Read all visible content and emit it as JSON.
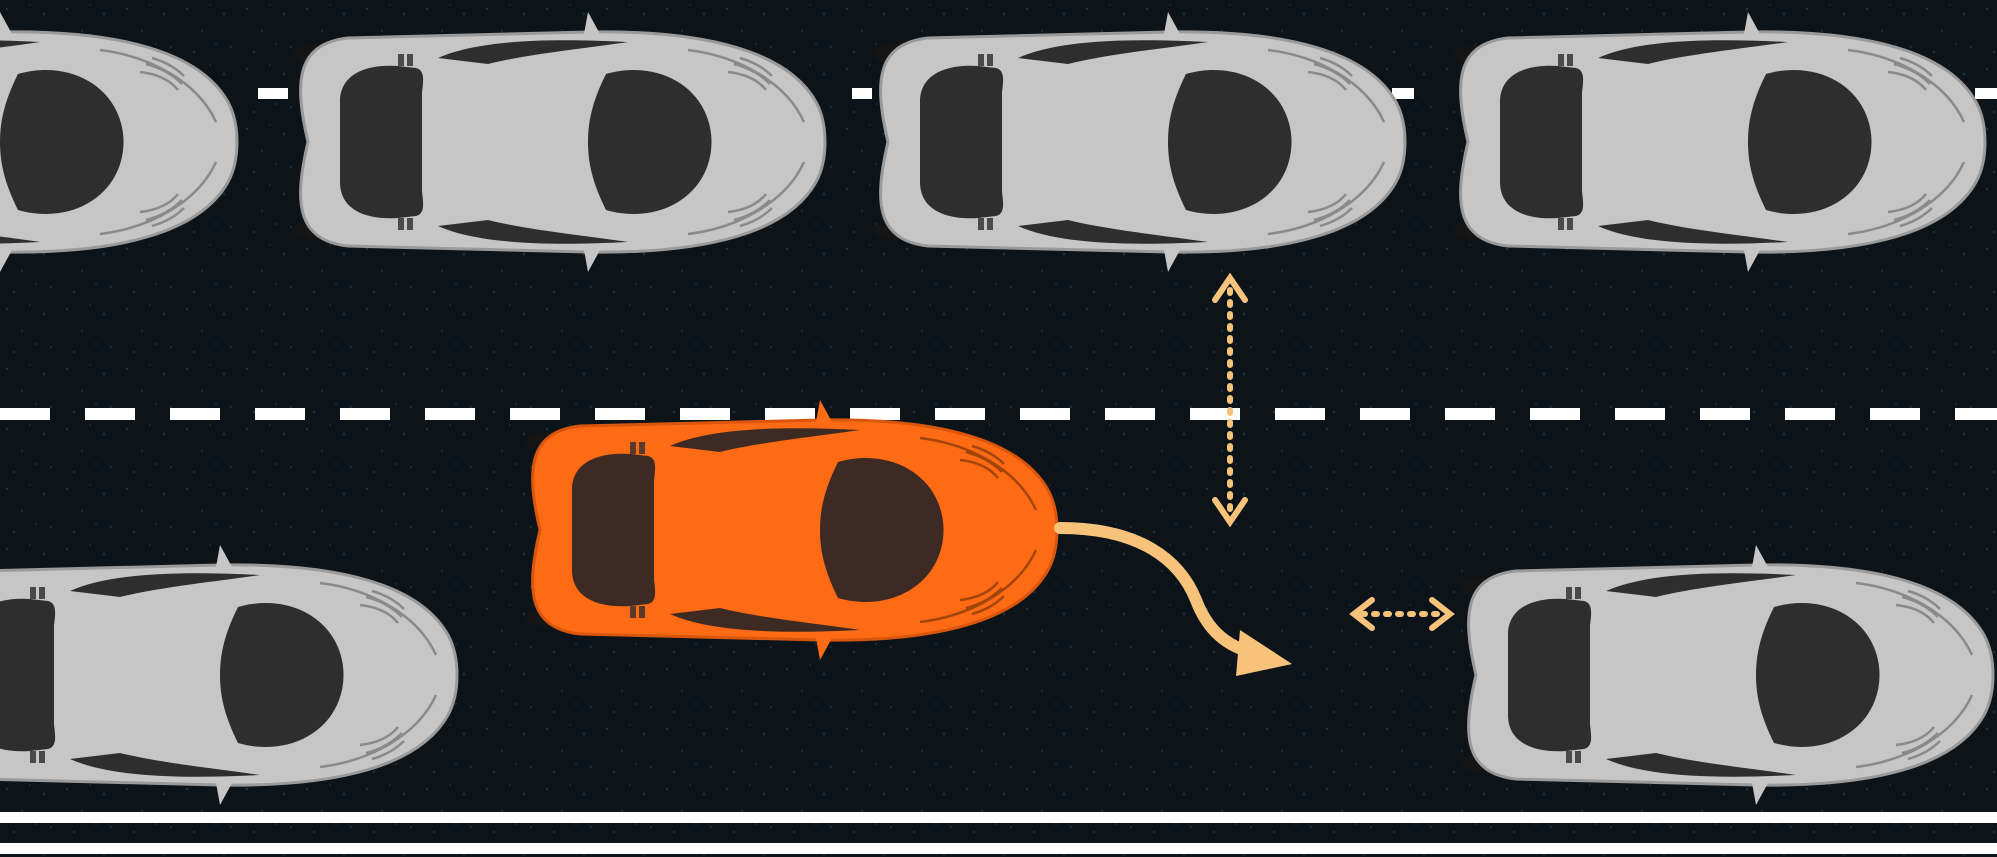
{
  "colors": {
    "road": "#0c141a",
    "road_texture": "#1c3240",
    "lane_marking": "#ffffff",
    "car_body": "#c6c6c6",
    "car_body_outline": "#9a9a9a",
    "car_glass": "#2e2e2e",
    "ego_car_body": "#ff6a14",
    "ego_car_glass": "#3d2a22",
    "tire": "#151515",
    "indicator_arrow": "#f7c37a"
  },
  "scene": {
    "description_icons": {
      "ego_car": "orange-sports-car-icon",
      "other_car": "gray-sports-car-icon",
      "maneuver": "curved-lane-change-arrow-icon",
      "lateral_gap": "vertical-double-arrow-icon",
      "longitudinal_gap": "horizontal-double-arrow-icon"
    },
    "lanes": [
      "upper-lane",
      "lower-lane"
    ],
    "upper_lane_car_count": 4,
    "lower_lane_car_count": 2,
    "ego_lane": "lower-lane"
  }
}
